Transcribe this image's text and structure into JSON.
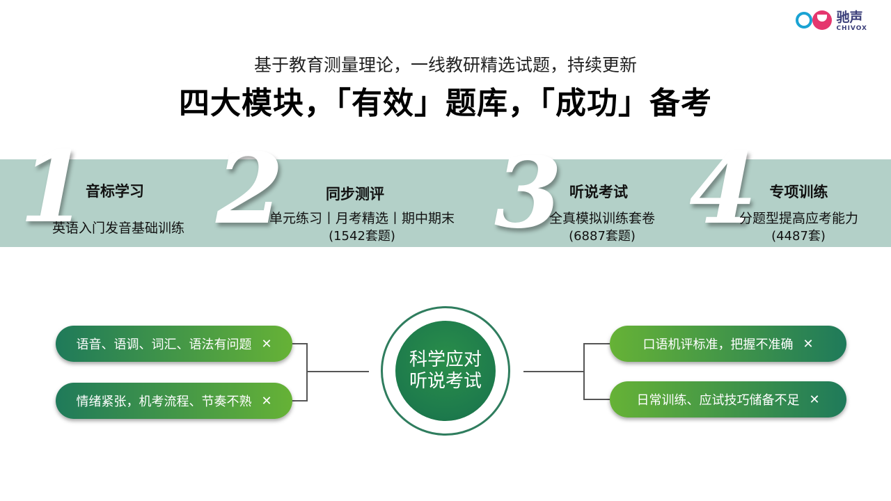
{
  "logo": {
    "name_cn": "驰声",
    "name_en": "CHIVOX"
  },
  "header": {
    "subtitle": "基于教育测量理论，一线教研精选试题，持续更新",
    "title": "四大模块，「有效」题库，「成功」备考"
  },
  "modules": [
    {
      "number": "1",
      "title": "音标学习",
      "desc": "英语入门发音基础训练",
      "count": ""
    },
    {
      "number": "2",
      "title": "同步测评",
      "desc": "单元练习丨月考精选丨期中期末",
      "count": "(1542套题)"
    },
    {
      "number": "3",
      "title": "听说考试",
      "desc": "全真模拟训练套卷",
      "count": "(6887套题)"
    },
    {
      "number": "4",
      "title": "专项训练",
      "desc": "分题型提高应考能力",
      "count": "(4487套)"
    }
  ],
  "diagram": {
    "center_line1": "科学应对",
    "center_line2": "听说考试",
    "left_items": [
      {
        "text": "语音、语调、词汇、语法有问题",
        "mark": "✕"
      },
      {
        "text": "情绪紧张，机考流程、节奏不熟",
        "mark": "✕"
      }
    ],
    "right_items": [
      {
        "text": "口语机评标准，把握不准确",
        "mark": "✕"
      },
      {
        "text": "日常训练、应试技巧储备不足",
        "mark": "✕"
      }
    ]
  },
  "colors": {
    "band": "#b3d0c8",
    "green_dark": "#1f7a5a",
    "green_light": "#66b236",
    "logo_blue": "#1aa3d3",
    "logo_pink": "#e5376e"
  }
}
